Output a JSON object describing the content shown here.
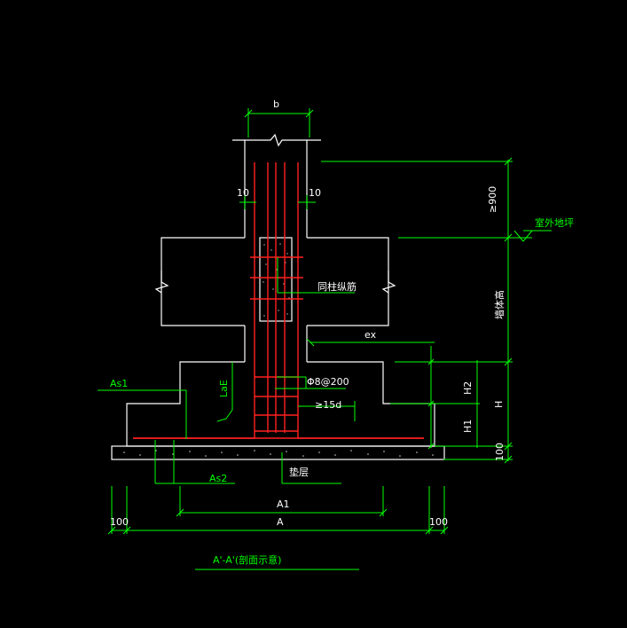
{
  "colors": {
    "background": "#000000",
    "outline": "#ffffff",
    "dimension": "#00ff00",
    "rebar": "#ff2020"
  },
  "labels": {
    "column_width": "b",
    "cover_left": "10",
    "cover_right": "10",
    "embed_depth": "≥900",
    "ground_level": "室外地坪",
    "wall_height": "墙体高",
    "column_rebar": "同柱纵筋",
    "offset": "ex",
    "anchor_length": "LaE",
    "stirrup": "Φ8@200",
    "min_length": "≥15d",
    "as1": "As1",
    "as2": "As2",
    "h2": "H2",
    "h1": "H1",
    "h": "H",
    "bottom_100": "100",
    "cushion": "垫层",
    "a1": "A1",
    "a": "A",
    "left_100": "100",
    "right_100": "100",
    "title": "A'-A'(剖面示意)"
  }
}
